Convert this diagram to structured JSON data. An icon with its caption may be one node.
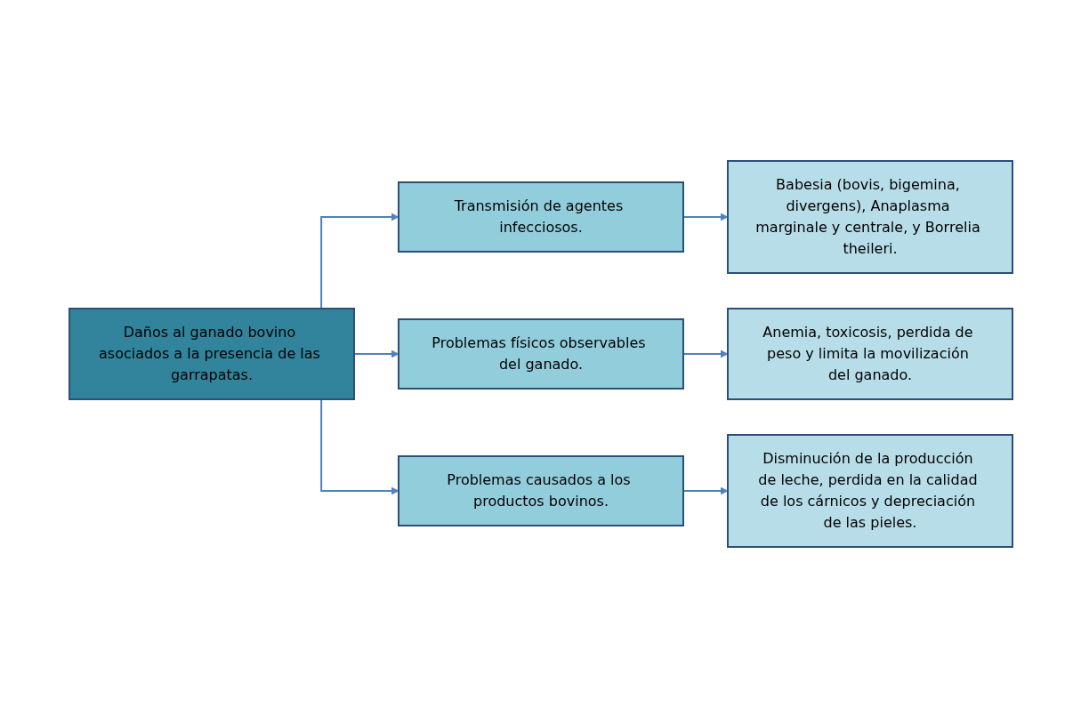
{
  "diagram": {
    "nodes": [
      {
        "text": [
          "Daños al ganado bovino asociados a la presencia de las garrapatas."
        ]
      },
      {
        "text": [
          "Transmisión de agentes infecciosos."
        ]
      },
      {
        "text": [
          "Babesia (bovis, bigemina, divergens), Anaplasma marginale y centrale, y Borrelia theileri."
        ]
      },
      {
        "text": [
          "Problemas físicos observables del ganado."
        ]
      },
      {
        "text": [
          "Anemia, toxicosis, perdida de peso y limita la movilización del ganado."
        ]
      },
      {
        "text": [
          "Problemas causados a los productos bovinos."
        ]
      },
      {
        "text": [
          "Disminución de la producción de leche, perdida en la calidad de los cárnicos y depreciación de las pieles."
        ]
      }
    ],
    "edges": [
      {
        "from": 0,
        "to": 1,
        "arrow": "to"
      },
      {
        "from": 1,
        "to": 2,
        "arrow": "to"
      },
      {
        "from": 0,
        "to": 3,
        "arrow": "to"
      },
      {
        "from": 3,
        "to": 4,
        "arrow": "to"
      },
      {
        "from": 0,
        "to": 5,
        "arrow": "to"
      },
      {
        "from": 5,
        "to": 6,
        "arrow": "to"
      }
    ]
  }
}
